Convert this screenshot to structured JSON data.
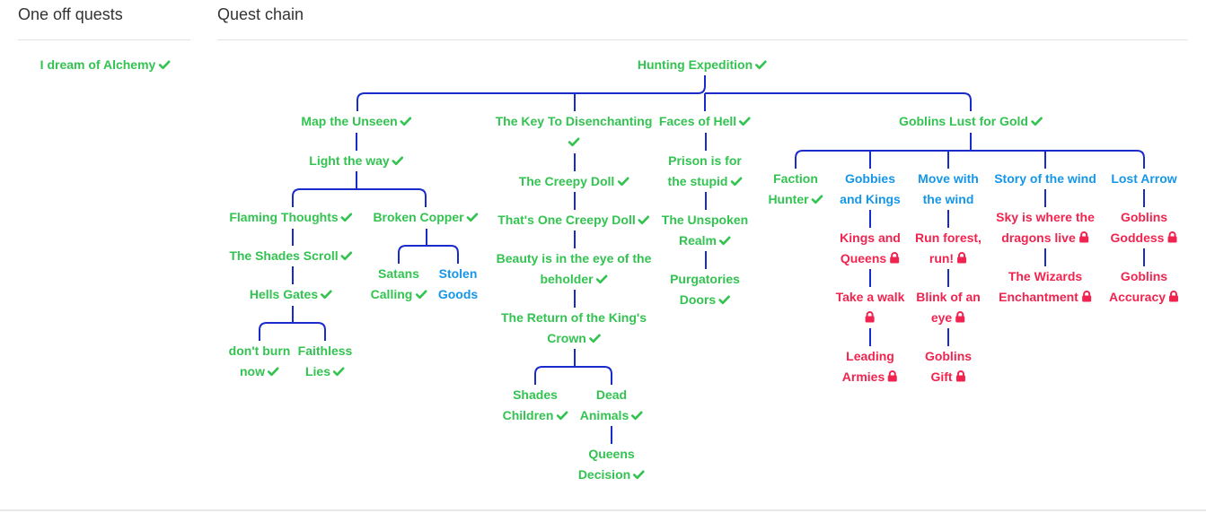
{
  "sections": {
    "one_off_title": "One off quests",
    "chain_title": "Quest chain"
  },
  "status_colors": {
    "completed": "#33c351",
    "available": "#1596e8",
    "locked": "#f0244f",
    "connector": "#1a2bcc"
  },
  "one_off_quests": [
    {
      "id": "dream-alchemy",
      "lines": [
        "I dream of Alchemy"
      ],
      "status": "completed"
    }
  ],
  "quest_chain": [
    {
      "id": "hunting-expedition",
      "lines": [
        "Hunting Expedition"
      ],
      "status": "completed"
    },
    {
      "id": "map-unseen",
      "lines": [
        "Map the Unseen"
      ],
      "status": "completed"
    },
    {
      "id": "light-way",
      "lines": [
        "Light the way"
      ],
      "status": "completed"
    },
    {
      "id": "flaming-thoughts",
      "lines": [
        "Flaming Thoughts"
      ],
      "status": "completed"
    },
    {
      "id": "broken-copper",
      "lines": [
        "Broken Copper"
      ],
      "status": "completed"
    },
    {
      "id": "shades-scroll",
      "lines": [
        "The Shades Scroll"
      ],
      "status": "completed"
    },
    {
      "id": "hells-gates",
      "lines": [
        "Hells Gates"
      ],
      "status": "completed"
    },
    {
      "id": "dont-burn",
      "lines": [
        "don't burn",
        "now"
      ],
      "status": "completed"
    },
    {
      "id": "faithless-lies",
      "lines": [
        "Faithless",
        "Lies"
      ],
      "status": "completed"
    },
    {
      "id": "satans-calling",
      "lines": [
        "Satans",
        "Calling"
      ],
      "status": "completed"
    },
    {
      "id": "stolen-goods",
      "lines": [
        "Stolen",
        "Goods"
      ],
      "status": "available"
    },
    {
      "id": "key-disenchanting",
      "lines": [
        "The Key To Disenchanting",
        ""
      ],
      "status": "completed"
    },
    {
      "id": "creepy-doll",
      "lines": [
        "The Creepy Doll"
      ],
      "status": "completed"
    },
    {
      "id": "one-creepy-doll",
      "lines": [
        "That's One Creepy Doll"
      ],
      "status": "completed"
    },
    {
      "id": "beauty-beholder",
      "lines": [
        "Beauty is in the eye of the",
        "beholder"
      ],
      "status": "completed"
    },
    {
      "id": "return-kings-crown",
      "lines": [
        "The Return of the King's",
        "Crown"
      ],
      "status": "completed"
    },
    {
      "id": "shades-children",
      "lines": [
        "Shades",
        "Children"
      ],
      "status": "completed"
    },
    {
      "id": "dead-animals",
      "lines": [
        "Dead",
        "Animals"
      ],
      "status": "completed"
    },
    {
      "id": "queens-decision",
      "lines": [
        "Queens",
        "Decision"
      ],
      "status": "completed"
    },
    {
      "id": "faces-hell",
      "lines": [
        "Faces of Hell"
      ],
      "status": "completed"
    },
    {
      "id": "prison-stupid",
      "lines": [
        "Prison is for",
        "the stupid"
      ],
      "status": "completed"
    },
    {
      "id": "unspoken-realm",
      "lines": [
        "The Unspoken",
        "Realm"
      ],
      "status": "completed"
    },
    {
      "id": "purgatories-doors",
      "lines": [
        "Purgatories",
        "Doors"
      ],
      "status": "completed"
    },
    {
      "id": "goblins-lust",
      "lines": [
        "Goblins Lust for Gold"
      ],
      "status": "completed"
    },
    {
      "id": "faction-hunter",
      "lines": [
        "Faction",
        "Hunter"
      ],
      "status": "completed"
    },
    {
      "id": "gobbies-kings",
      "lines": [
        "Gobbies",
        "and Kings"
      ],
      "status": "available"
    },
    {
      "id": "kings-queens",
      "lines": [
        "Kings and",
        "Queens"
      ],
      "status": "locked"
    },
    {
      "id": "take-walk",
      "lines": [
        "Take a walk",
        ""
      ],
      "status": "locked"
    },
    {
      "id": "leading-armies",
      "lines": [
        "Leading",
        "Armies"
      ],
      "status": "locked"
    },
    {
      "id": "move-wind",
      "lines": [
        "Move with",
        "the wind"
      ],
      "status": "available"
    },
    {
      "id": "run-forest",
      "lines": [
        "Run forest,",
        "run!"
      ],
      "status": "locked"
    },
    {
      "id": "blink-eye",
      "lines": [
        "Blink of an",
        "eye"
      ],
      "status": "locked"
    },
    {
      "id": "goblins-gift",
      "lines": [
        "Goblins",
        "Gift"
      ],
      "status": "locked"
    },
    {
      "id": "story-wind",
      "lines": [
        "Story of the wind"
      ],
      "status": "available"
    },
    {
      "id": "sky-dragons",
      "lines": [
        "Sky is where the",
        "dragons live"
      ],
      "status": "locked"
    },
    {
      "id": "wizards-enchantment",
      "lines": [
        "The Wizards",
        "Enchantment"
      ],
      "status": "locked"
    },
    {
      "id": "lost-arrow",
      "lines": [
        "Lost Arrow"
      ],
      "status": "available"
    },
    {
      "id": "goblins-goddess",
      "lines": [
        "Goblins",
        "Goddess"
      ],
      "status": "locked"
    },
    {
      "id": "goblins-accuracy",
      "lines": [
        "Goblins",
        "Accuracy"
      ],
      "status": "locked"
    }
  ]
}
